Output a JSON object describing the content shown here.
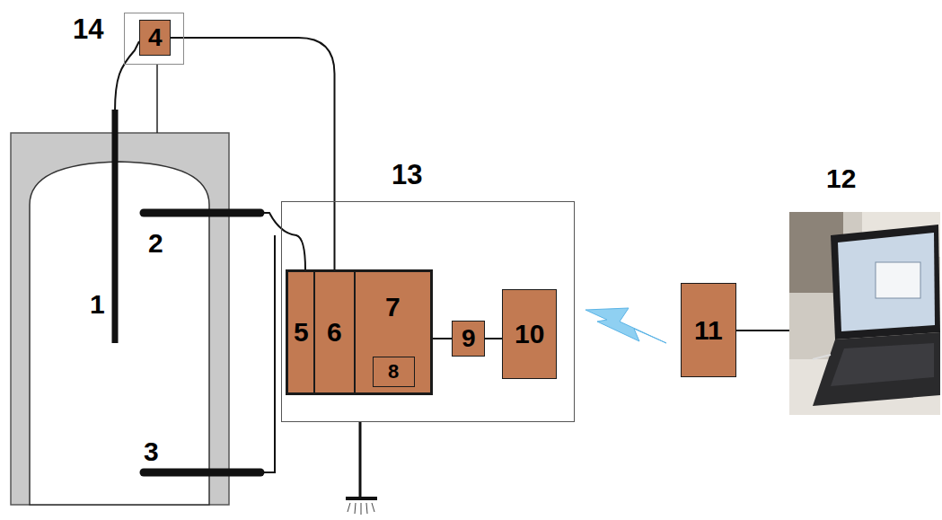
{
  "diagram": {
    "nodes": [
      {
        "text": [
          "14"
        ]
      },
      {
        "text": [
          "4"
        ],
        "in": 0
      },
      {
        "text": [
          "13"
        ]
      },
      {
        "text": [
          "5"
        ],
        "in": 2
      },
      {
        "text": [
          "6"
        ],
        "in": 2
      },
      {
        "text": [
          "7"
        ],
        "in": 2
      },
      {
        "text": [
          "8"
        ],
        "in": 5
      },
      {
        "text": [
          "9"
        ],
        "in": 2
      },
      {
        "text": [
          "10"
        ],
        "in": 2
      },
      {
        "text": [
          "11"
        ]
      }
    ],
    "edges": [
      {
        "from": 1,
        "to": 4,
        "arrow": "none"
      },
      {
        "from": 5,
        "to": 7,
        "arrow": "none"
      },
      {
        "from": 7,
        "to": 8,
        "arrow": "none"
      }
    ],
    "labels": [
      "1",
      "2",
      "3",
      "12"
    ]
  }
}
